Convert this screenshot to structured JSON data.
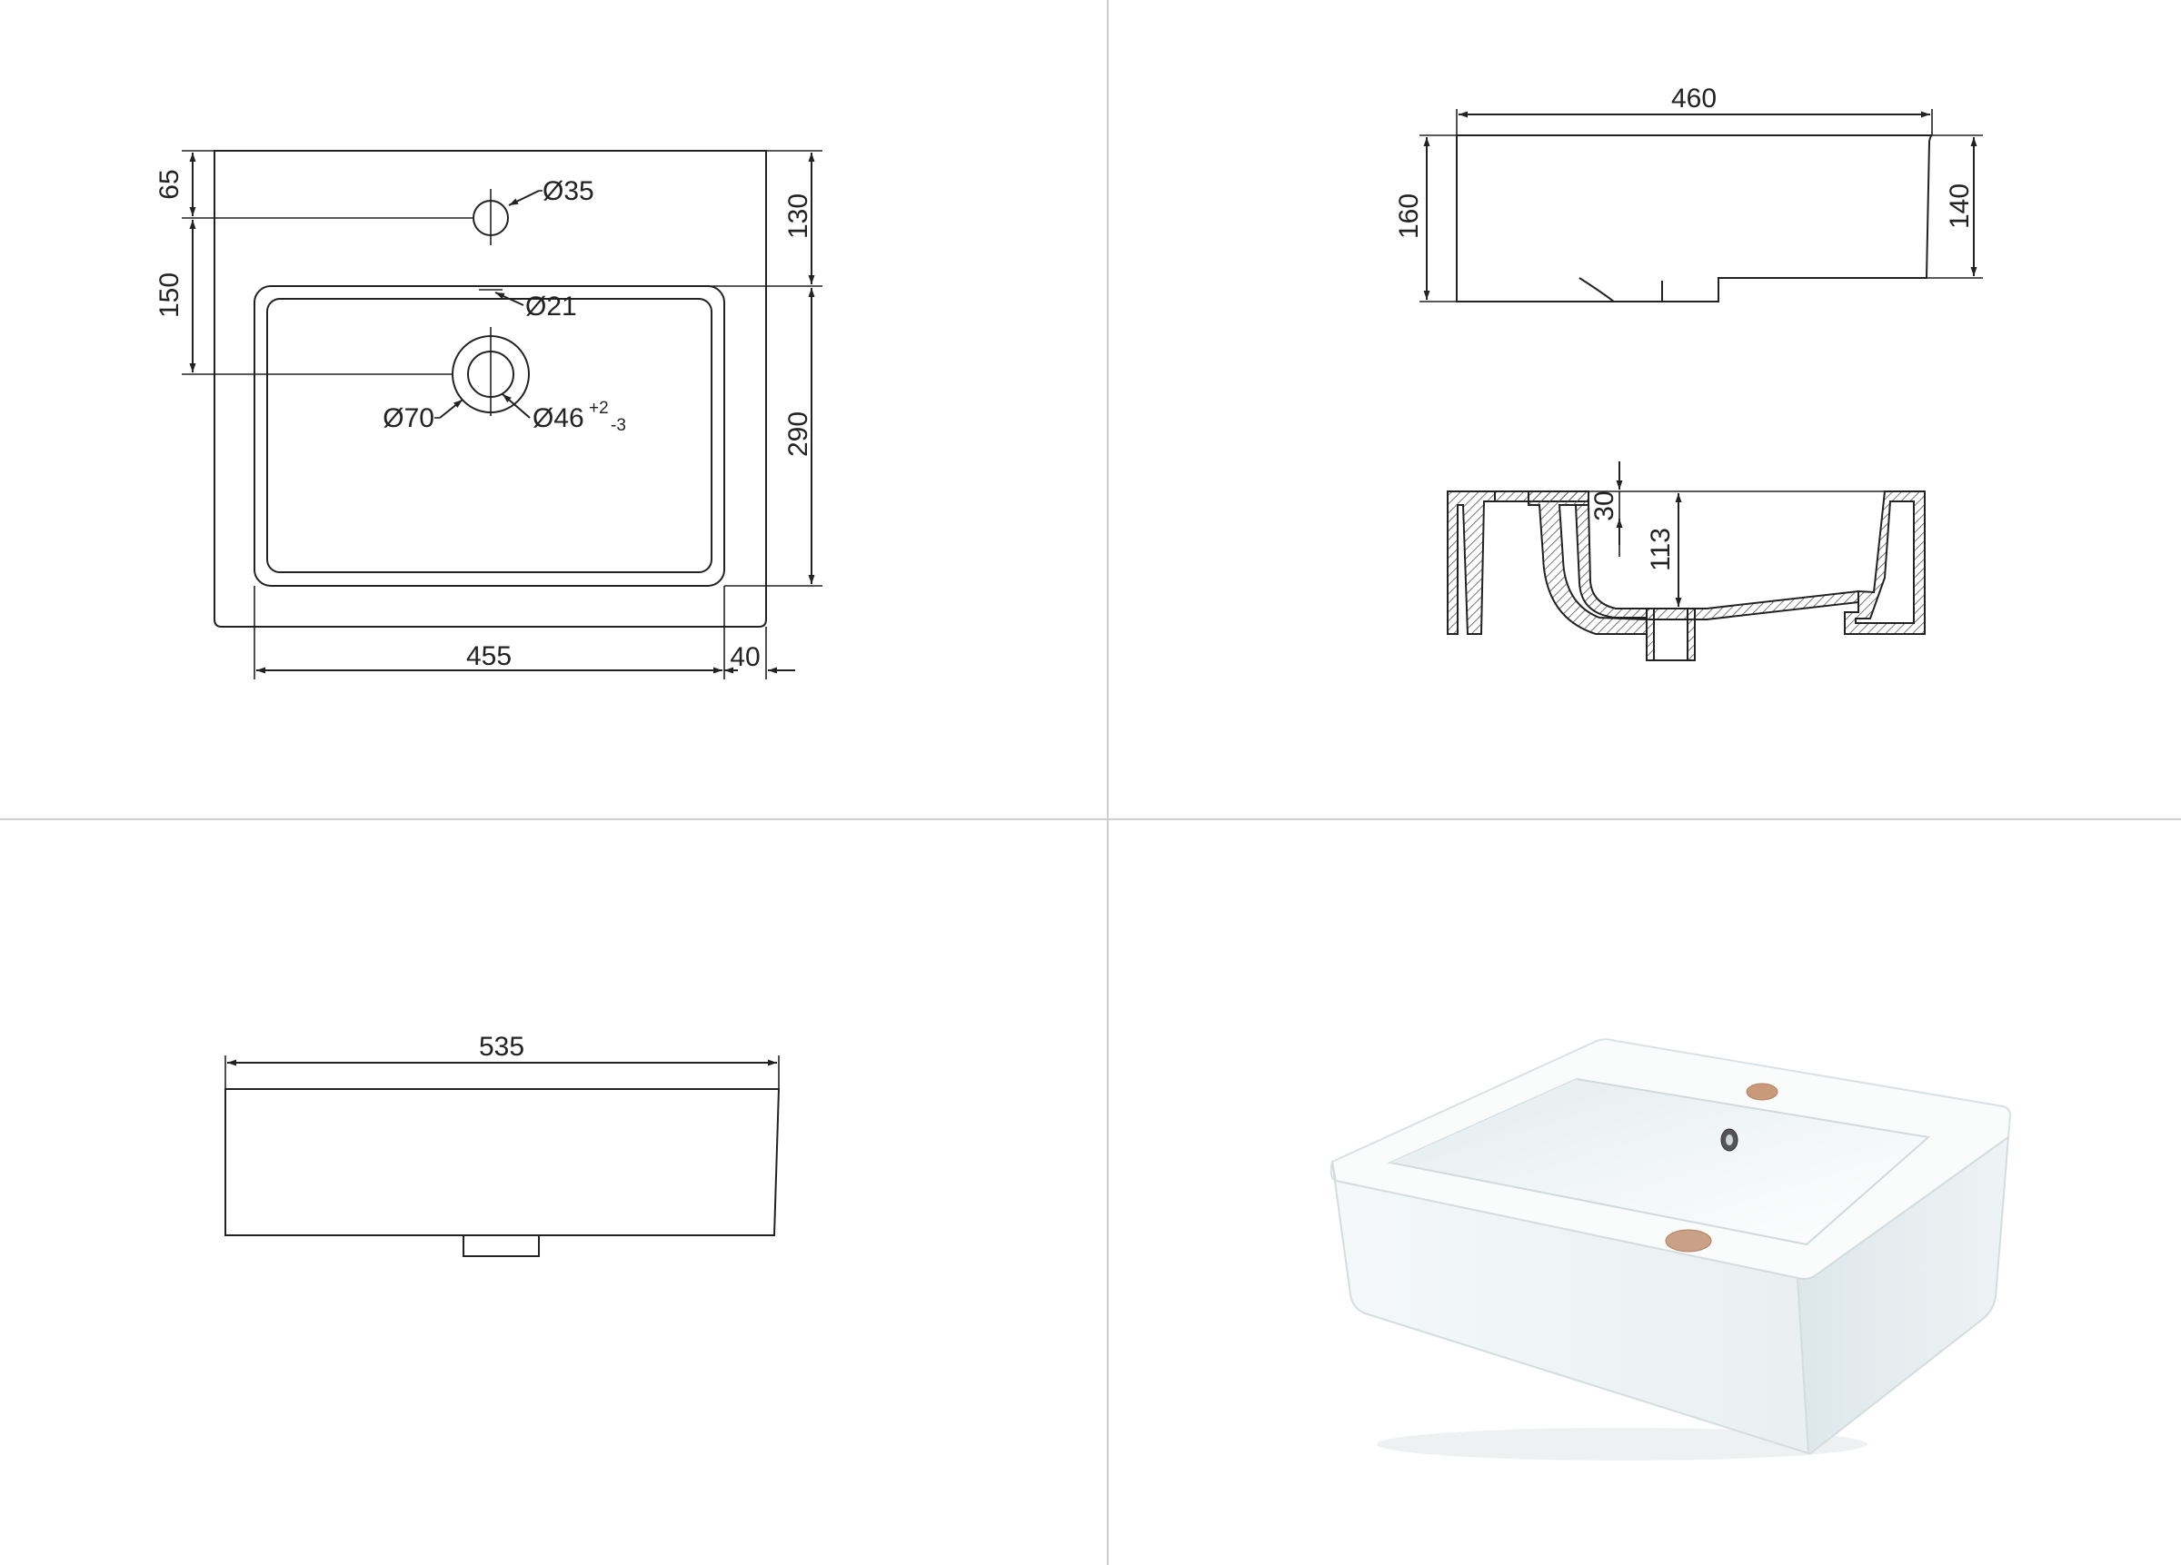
{
  "top_view": {
    "dim_65": "65",
    "dim_150": "150",
    "dim_130": "130",
    "dim_290": "290",
    "dim_455": "455",
    "dim_40": "40",
    "dia_35": "Ø35",
    "dia_21": "Ø21",
    "dia_70": "Ø70",
    "dia_46": "Ø46",
    "tol_plus": "+2",
    "tol_minus": "-3"
  },
  "side_view": {
    "dim_460": "460",
    "dim_160": "160",
    "dim_140": "140"
  },
  "section_view": {
    "dim_30": "30",
    "dim_113": "113"
  },
  "front_view": {
    "dim_535": "535"
  },
  "colors": {
    "line": "#222222",
    "divider": "#cfcfcf",
    "porcelain": "#f2f7f8"
  }
}
